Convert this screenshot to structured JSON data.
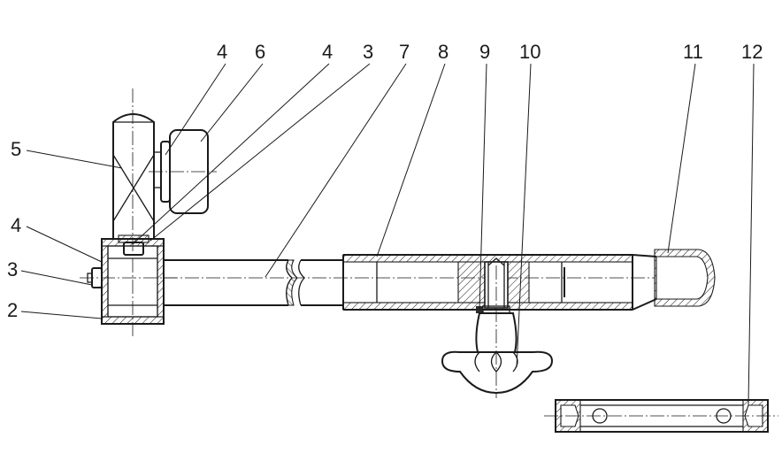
{
  "labels": {
    "l4a": "4",
    "l6": "6",
    "l4b": "4",
    "l3a": "3",
    "l7": "7",
    "l8": "8",
    "l9": "9",
    "l10": "10",
    "l11": "11",
    "l12": "12",
    "l5": "5",
    "l4c": "4",
    "l3b": "3",
    "l2": "2"
  }
}
